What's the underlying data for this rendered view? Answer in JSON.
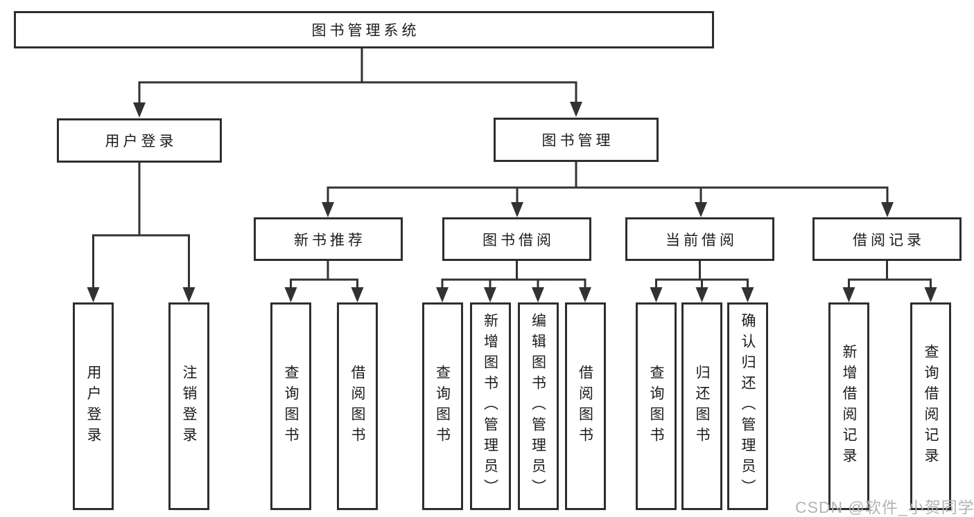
{
  "tree": {
    "root": {
      "label": "图书管理系统"
    },
    "level2": [
      {
        "label": "用户登录"
      },
      {
        "label": "图书管理"
      }
    ],
    "level3": [
      {
        "label": "新书推荐"
      },
      {
        "label": "图书借阅"
      },
      {
        "label": "当前借阅"
      },
      {
        "label": "借阅记录"
      }
    ],
    "leaves": {
      "login": [
        "用户登录",
        "注销登录"
      ],
      "recommend": [
        "查询图书",
        "借阅图书"
      ],
      "borrow": [
        "查询图书",
        "新增图书（管理员）",
        "编辑图书（管理员）",
        "借阅图书"
      ],
      "current": [
        "查询图书",
        "归还图书",
        "确认归还（管理员）"
      ],
      "records": [
        "新增借阅记录",
        "查询借阅记录"
      ]
    }
  },
  "watermark": {
    "text": "CSDN @软件_小贺同学"
  },
  "colors": {
    "line": "#323232",
    "border": "#2e2e2e",
    "text": "#1c1c1c",
    "watermark": "#b7b2b2",
    "background": "#ffffff"
  }
}
